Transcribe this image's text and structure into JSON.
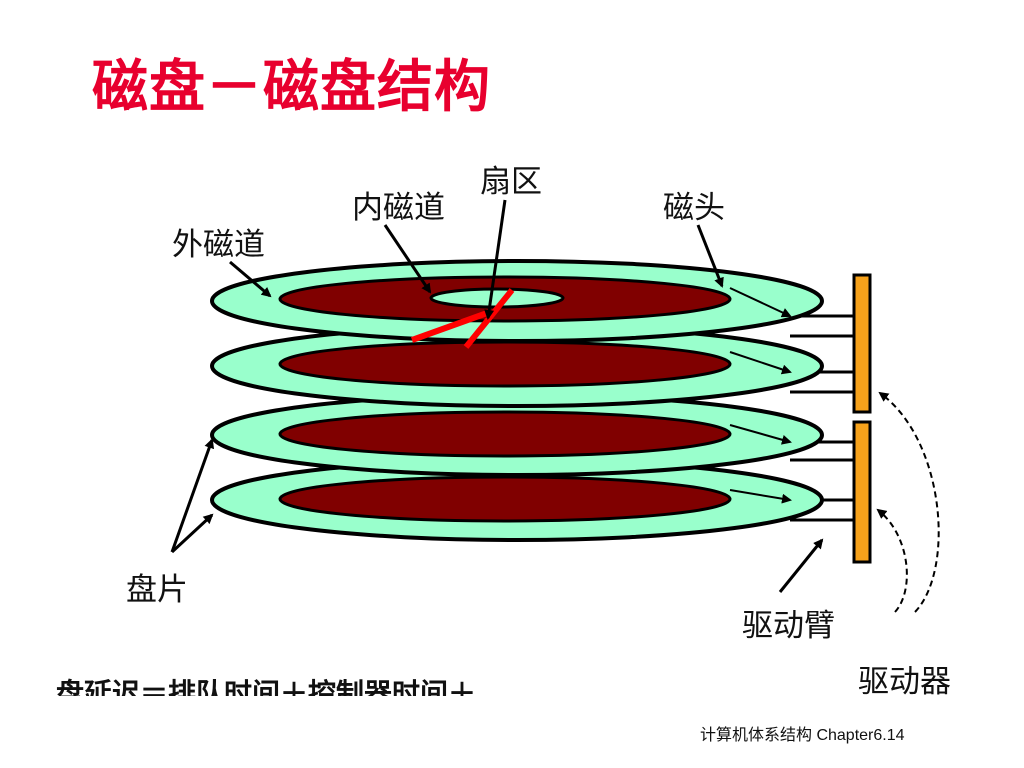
{
  "title": "磁盘－磁盘结构",
  "labels": {
    "sector": "扇区",
    "inner_track": "内磁道",
    "head": "磁头",
    "outer_track": "外磁道",
    "platter": "盘片",
    "arm": "驱动臂",
    "actuator": "驱动器"
  },
  "partial_text": "盘延迟＝排队时间＋控制器时间＋",
  "footer": "计算机体系结构 Chapter6.14",
  "colors": {
    "title": "#e8002e",
    "platter_fill": "#99ffcc",
    "recording_surface": "#800000",
    "actuator": "#f7a21b",
    "sector_mark": "#ff0000"
  }
}
